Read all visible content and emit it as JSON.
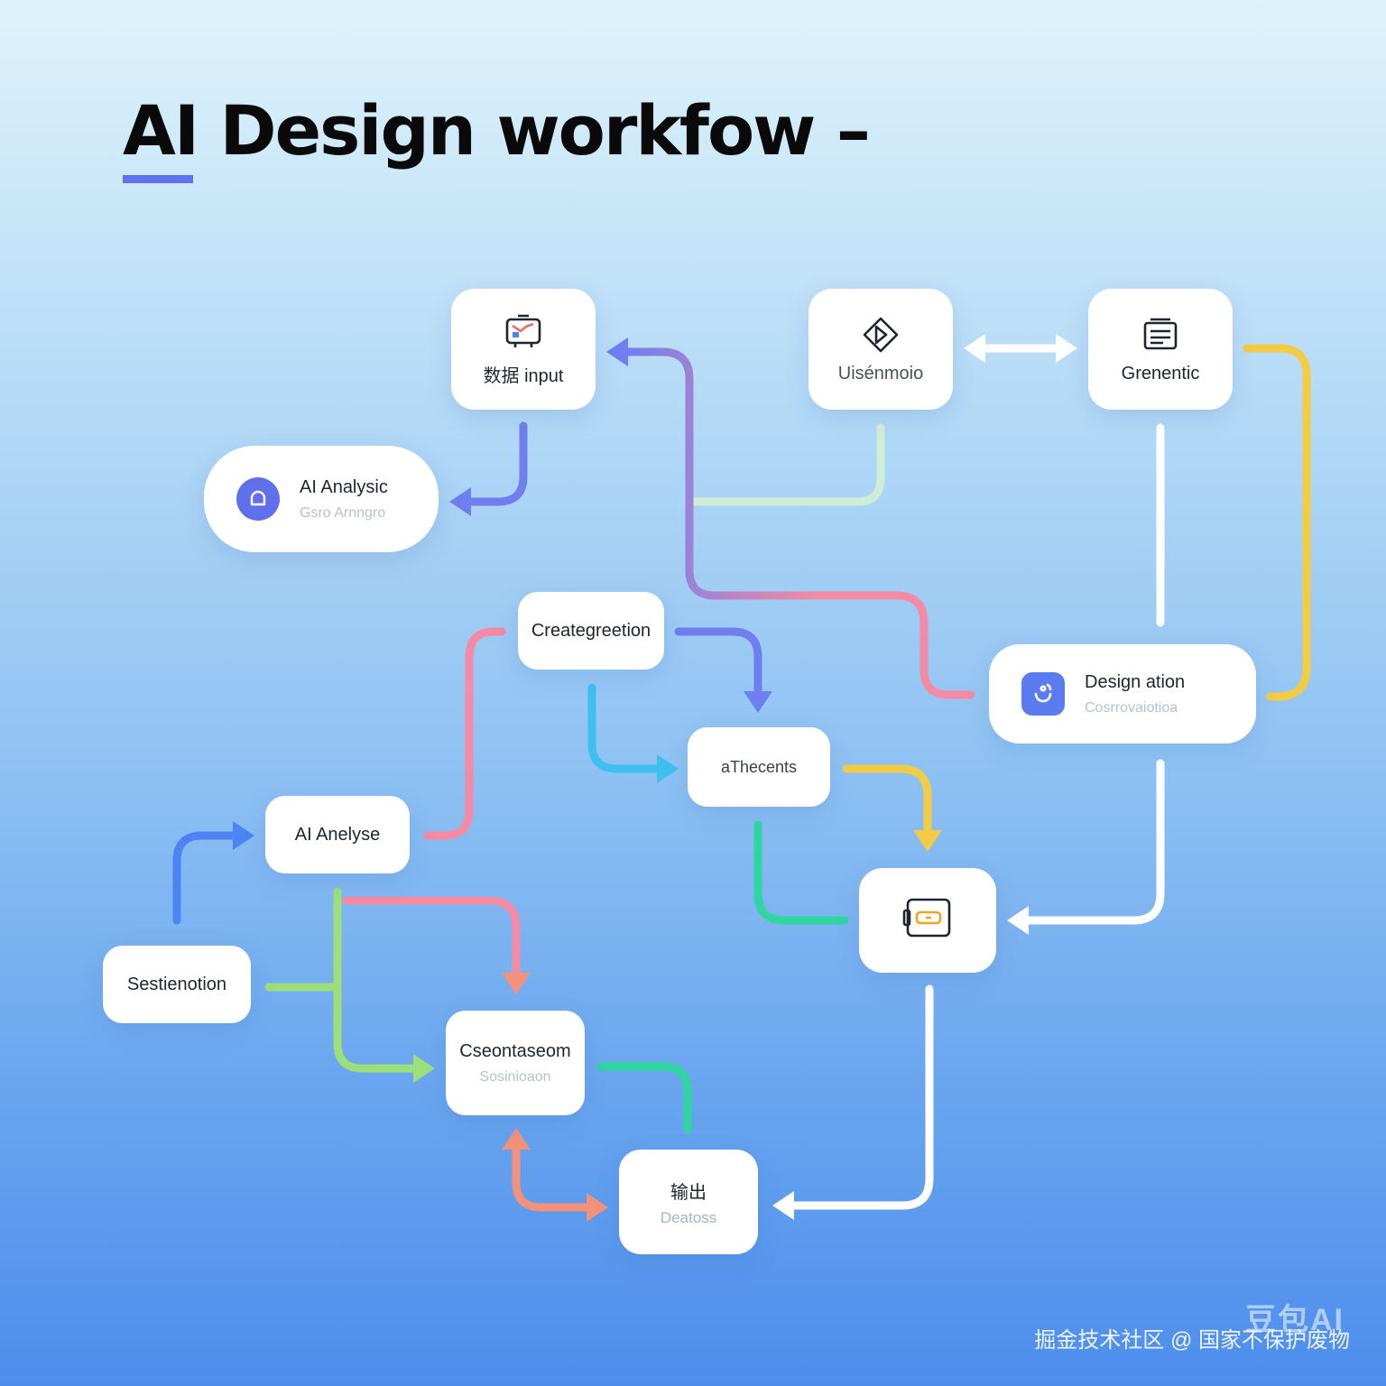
{
  "title": "AI Design workfow –",
  "nodes": {
    "data_input": {
      "label": "数据 input"
    },
    "ai_analysic": {
      "label": "AI Analysic",
      "sub": "Gsro Arnngro"
    },
    "disenmoo": {
      "label": "Uisénmoio"
    },
    "grenentic": {
      "label": "Grenentic"
    },
    "creategreetion": {
      "label": "Creategreetion"
    },
    "design_ation": {
      "label": "Design ation",
      "sub": "Cosrrovaiotioa"
    },
    "athecents": {
      "label": "aThecents"
    },
    "ai_analyse": {
      "label": "AI Anelyse"
    },
    "sestienotion": {
      "label": "Sestienotion"
    },
    "ceontaseom": {
      "label": "Cseontaseom",
      "sub": "Sosinioaon"
    },
    "output": {
      "label": "输出",
      "sub": "Deatoss"
    }
  },
  "watermark": "掘金技术社区 @ 国家不保护废物",
  "brand": "豆包AI",
  "colors": {
    "accent": "#5b73ee",
    "link_indigo": "#6f7ff0",
    "link_blue": "#4f82f2",
    "link_mint": "#cfeed9",
    "link_white": "#ffffff",
    "link_yellow": "#f2cc45",
    "link_pink": "#f48aa3",
    "link_cyan": "#3fbff0",
    "link_green": "#2fd6a0",
    "link_lime": "#9be07a",
    "link_salmon": "#f3917a"
  }
}
